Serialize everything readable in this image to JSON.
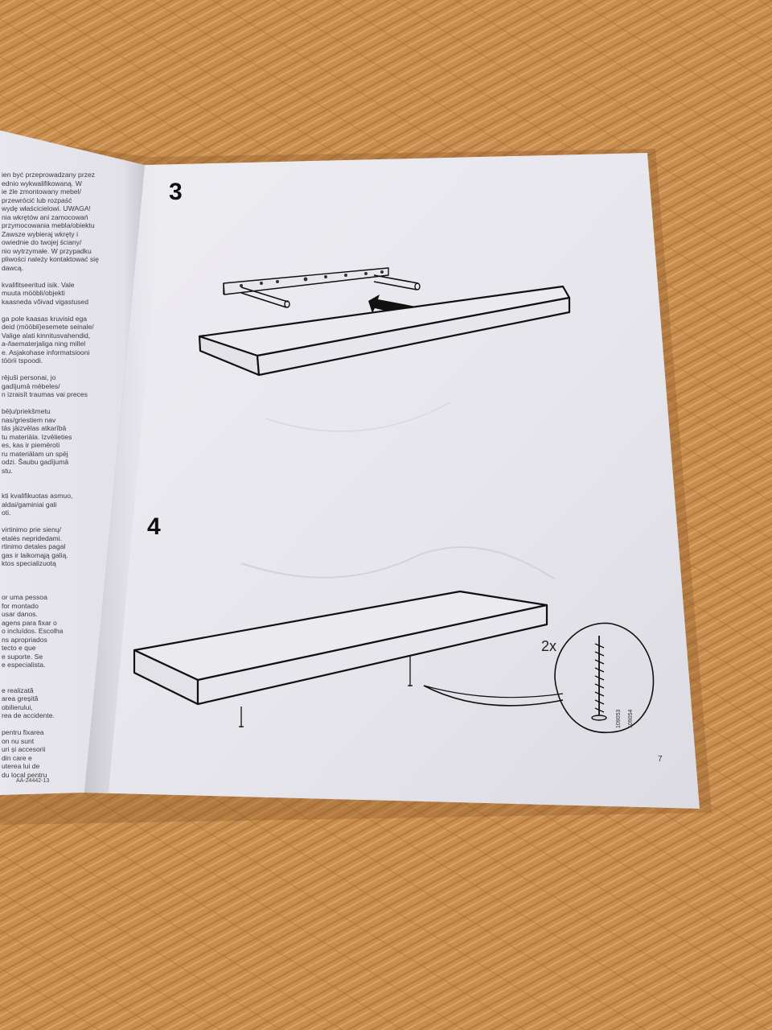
{
  "left_page_lines": [
    "ien być przeprowadzany przez",
    "ednio wykwalifikowaną. W",
    "ie źle zmontowany mebel/",
    "przewrócić lub rozpaść",
    "wydę właścicielowi. UWAGA!",
    "nia wkrętów ani zamocowań",
    "przymocowania mebla/obiektu",
    "Zawsze wybieraj wkręty i",
    "owiednie do twojej ściany/",
    "nio wytrzymałe. W przypadku",
    "pliwości należy kontaktować się",
    "dawcą.",
    "",
    "kvalifitseeritud isik. Vale",
    "muuta mööbli/objekti",
    "kaasneda võivad vigastused",
    "",
    "ga pole kaasas kruvisid ega",
    "deid (mööbli)esemete seinale/",
    "Valige alati kinnitusvahendid,",
    "a-/laematerjaliga ning millel",
    "e. Asjakohase informatsiooni",
    "töörii tspoodi.",
    "",
    "rējuši personai, jo",
    "gadījumā mēbeles/",
    "n izraisīt traumas vai preces",
    "",
    "bēļu/priekšmetu",
    "nas/griestiem nav",
    "tās jāizvēlas atkarībā",
    "tu materiāla. Izvēlieties",
    "es, kas ir piemēroti",
    "ru materiālam un spēj",
    "odzi. Šaubu gadījumā",
    "stu.",
    "",
    "",
    "kti kvalifikuotas asmuo,",
    "aldai/gaminiai gali",
    "oti.",
    "",
    "virtinimo prie sienų/",
    "etalės nepridedami.",
    "rtinimo detales pagal",
    "gas ir laikomąją galią.",
    "ktos specializuotą",
    "",
    "",
    "",
    "or uma pessoa",
    "for montado",
    "usar danos.",
    "agens para fixar o",
    "o incluídos. Escolha",
    "ns apropriados",
    "tecto e que",
    "e suporte. Se",
    "e especialista.",
    "",
    "",
    "e realizată",
    "area greșită",
    "obilierului,",
    "rea de accidente.",
    "",
    "pentru fixarea",
    "on nu sunt",
    "uri și accesorii",
    "din care e",
    "uterea lui de",
    "du local pentru"
  ],
  "right_page": {
    "step_3": "3",
    "step_4": "4",
    "quantity": "2x",
    "screw_codes": [
      "109053",
      "109054"
    ],
    "doc_code": "AA-24442-13",
    "page_number": "7"
  },
  "colors": {
    "tablecloth": "#c98e4f",
    "paper": "#e9e8ee",
    "ink": "#111111"
  }
}
